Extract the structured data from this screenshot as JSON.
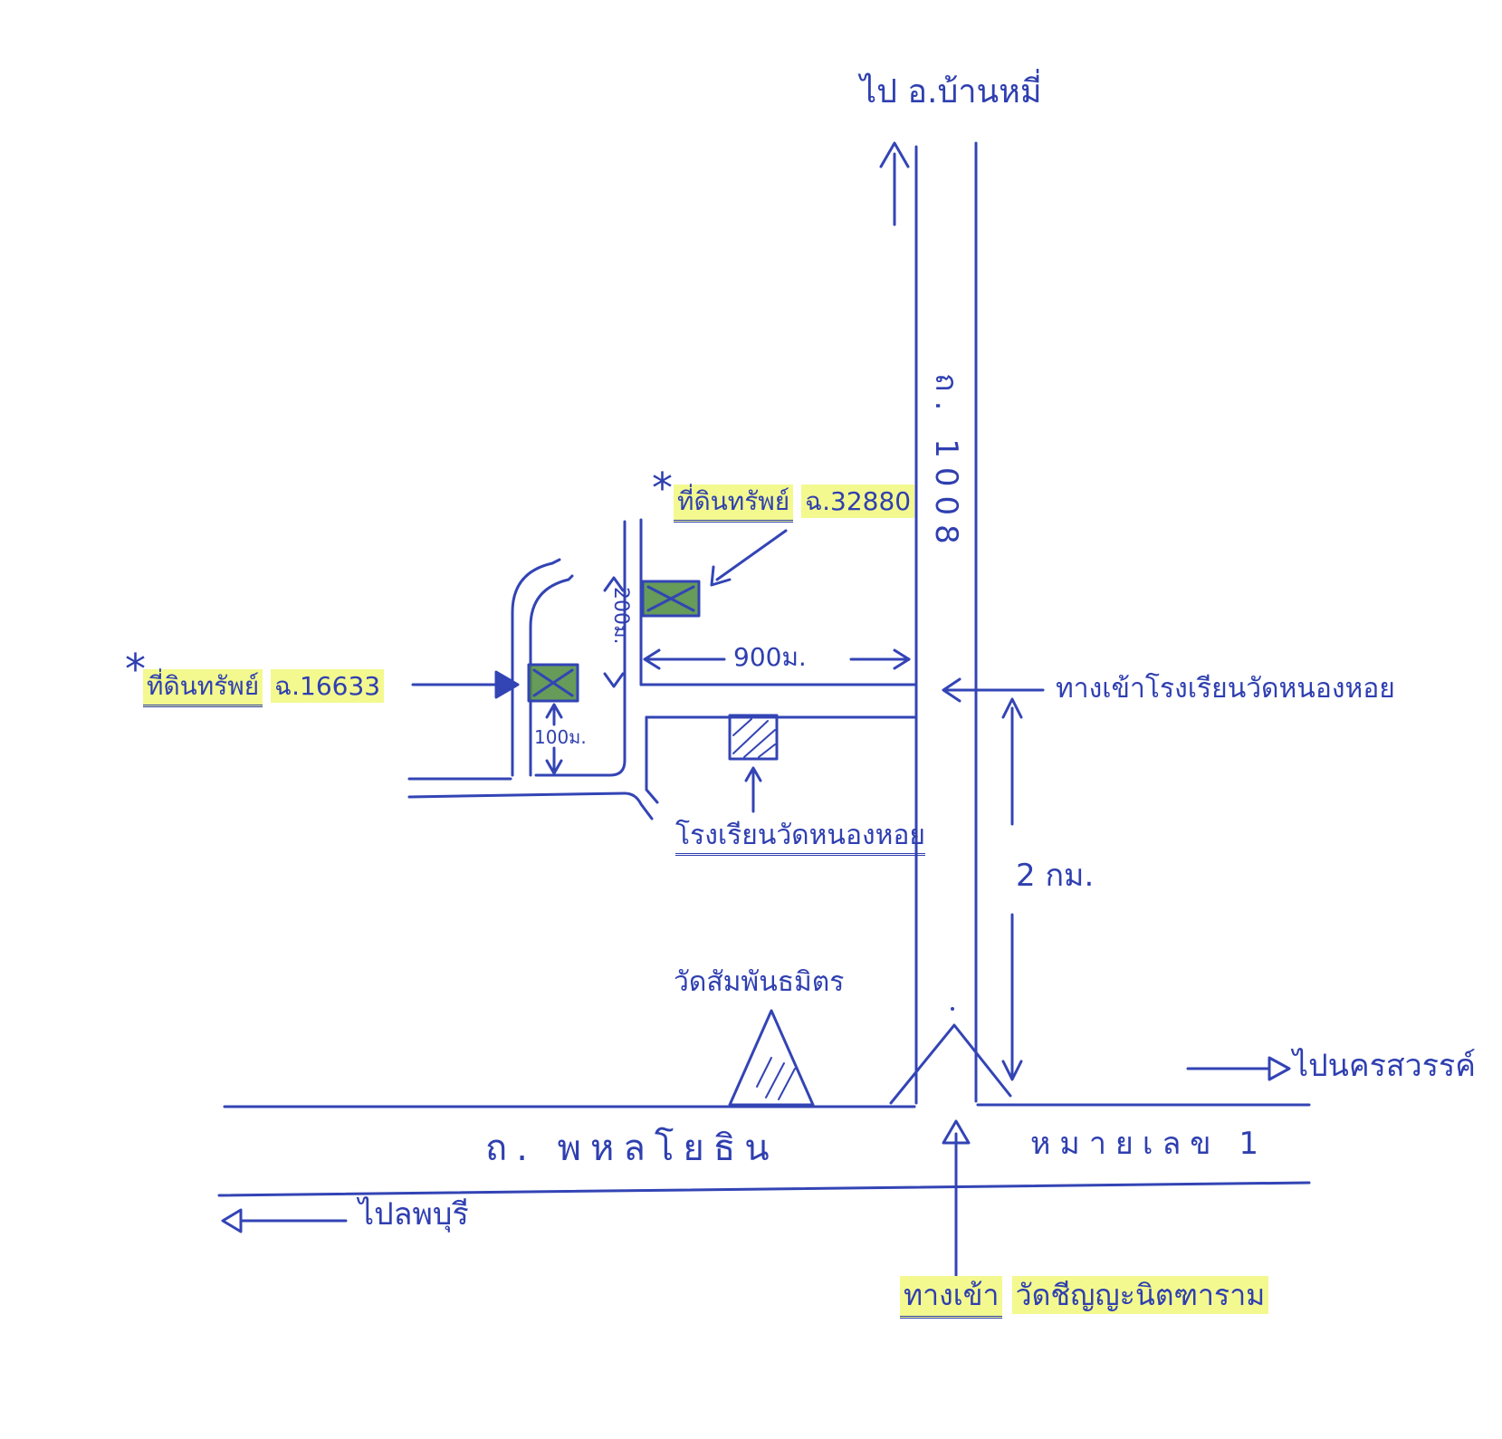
{
  "labels": {
    "to_ban_mi": "ไป อ.บ้านหมี่",
    "road_1008": "ถ. 1008",
    "to_nakhon_sawan": "ไปนครสวรรค์",
    "to_lopburi": "ไปลพบุรี",
    "phahon_road": "ถ. พหลโยธิน",
    "highway_no": "หมายเลข 1",
    "wat_entrance_prefix": "ทางเข้า",
    "wat_entrance_name": "วัดชีญญะนิตฑาราม",
    "school_entrance": "ทางเข้าโรงเรียนวัดหนองหอย",
    "school": "โรงเรียนวัดหนองหอย",
    "temple": "วัดสัมพันธมิตร",
    "distance_2km": "2 กม.",
    "distance_900m": "900ม.",
    "distance_200m": "200ม.",
    "distance_100m": "100ม.",
    "plot1_star": "*",
    "plot1_name": "ที่ดินทรัพย์",
    "plot1_deed": "ฉ.16633",
    "plot2_star": "*",
    "plot2_name": "ที่ดินทรัพย์",
    "plot2_deed": "ฉ.32880"
  },
  "colors": {
    "ink": "#3344b5",
    "highlight": "#f3f98e",
    "plot_fill": "#4b8a3c"
  }
}
